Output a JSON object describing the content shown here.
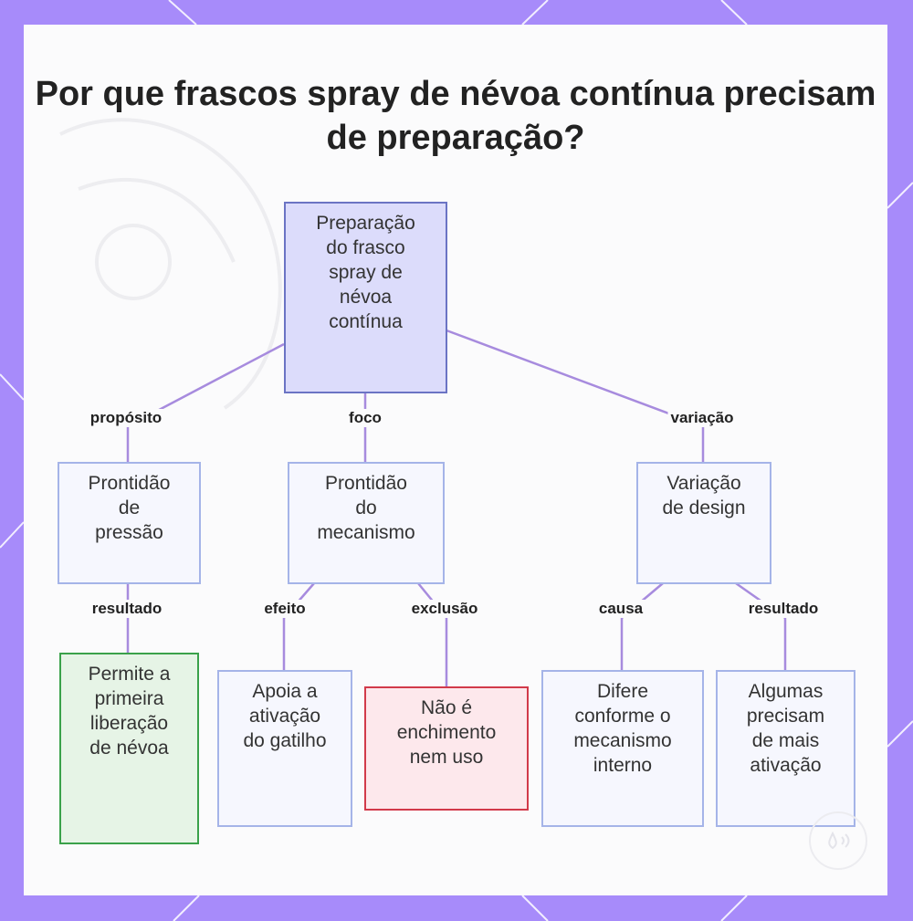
{
  "title": "Por que frascos spray de névoa contínua precisam de preparação?",
  "nodes": {
    "root": "Preparação\ndo frasco\nspray de\nnévoa\ncontínua",
    "pressure": "Prontidão\nde\npressão",
    "mechanism": "Prontidão\ndo\nmecanismo",
    "design": "Variação\nde design",
    "first_release": "Permite a\nprimeira\nliberação\nde névoa",
    "trigger": "Apoia a\nativação\ndo gatilho",
    "exclusion": "Não é\nenchimento\nnem uso",
    "differs": "Difere\nconforme o\nmecanismo\ninterno",
    "some_need": "Algumas\nprecisam\nde mais\nativação"
  },
  "edges": {
    "purpose": "propósito",
    "focus": "foco",
    "variation": "variação",
    "result1": "resultado",
    "effect": "efeito",
    "exclusion": "exclusão",
    "cause": "causa",
    "result2": "resultado"
  },
  "colors": {
    "frame": "#a78bfa",
    "edge": "#a78bde",
    "root_fill": "#dcdcfb",
    "green_border": "#3aa14a",
    "red_border": "#d23a4a"
  }
}
